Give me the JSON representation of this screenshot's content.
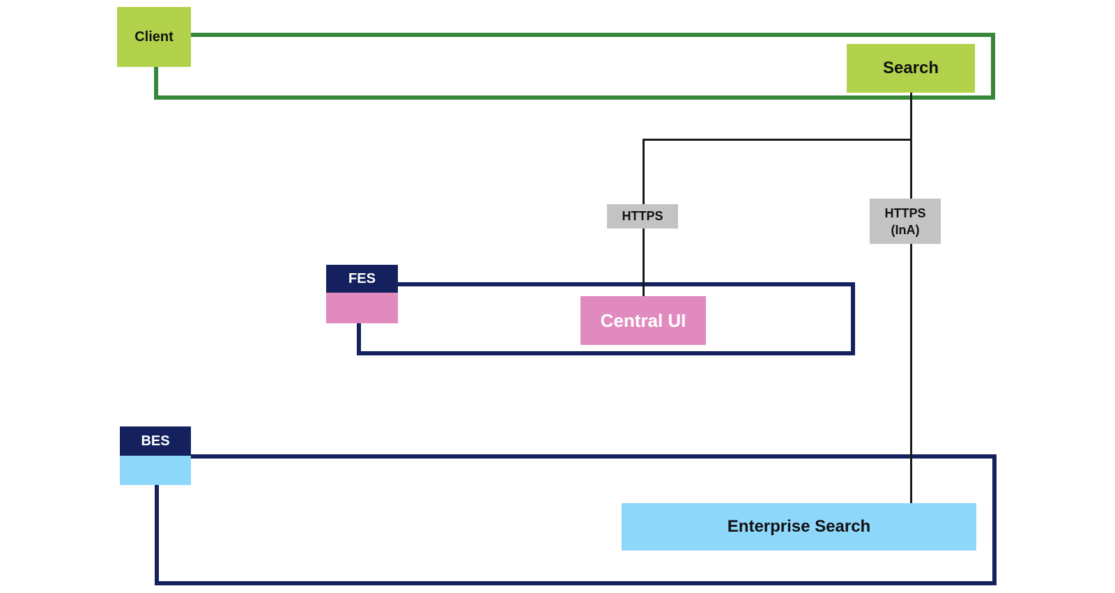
{
  "diagram": {
    "nodes": {
      "client": {
        "label": "Client"
      },
      "search": {
        "label": "Search"
      },
      "https": {
        "label": "HTTPS"
      },
      "https_ina": {
        "label_line1": "HTTPS",
        "label_line2": "(InA)"
      },
      "fes": {
        "label": "FES"
      },
      "central_ui": {
        "label": "Central UI"
      },
      "bes": {
        "label": "BES"
      },
      "enterprise_search": {
        "label": "Enterprise Search"
      }
    },
    "colors": {
      "lime": "#b2d24b",
      "green_border": "#37873a",
      "navy": "#14215e",
      "pink": "#e18abf",
      "light_blue": "#8dd7fb",
      "gray": "#c3c3c3",
      "line": "#1a1a1a"
    }
  }
}
